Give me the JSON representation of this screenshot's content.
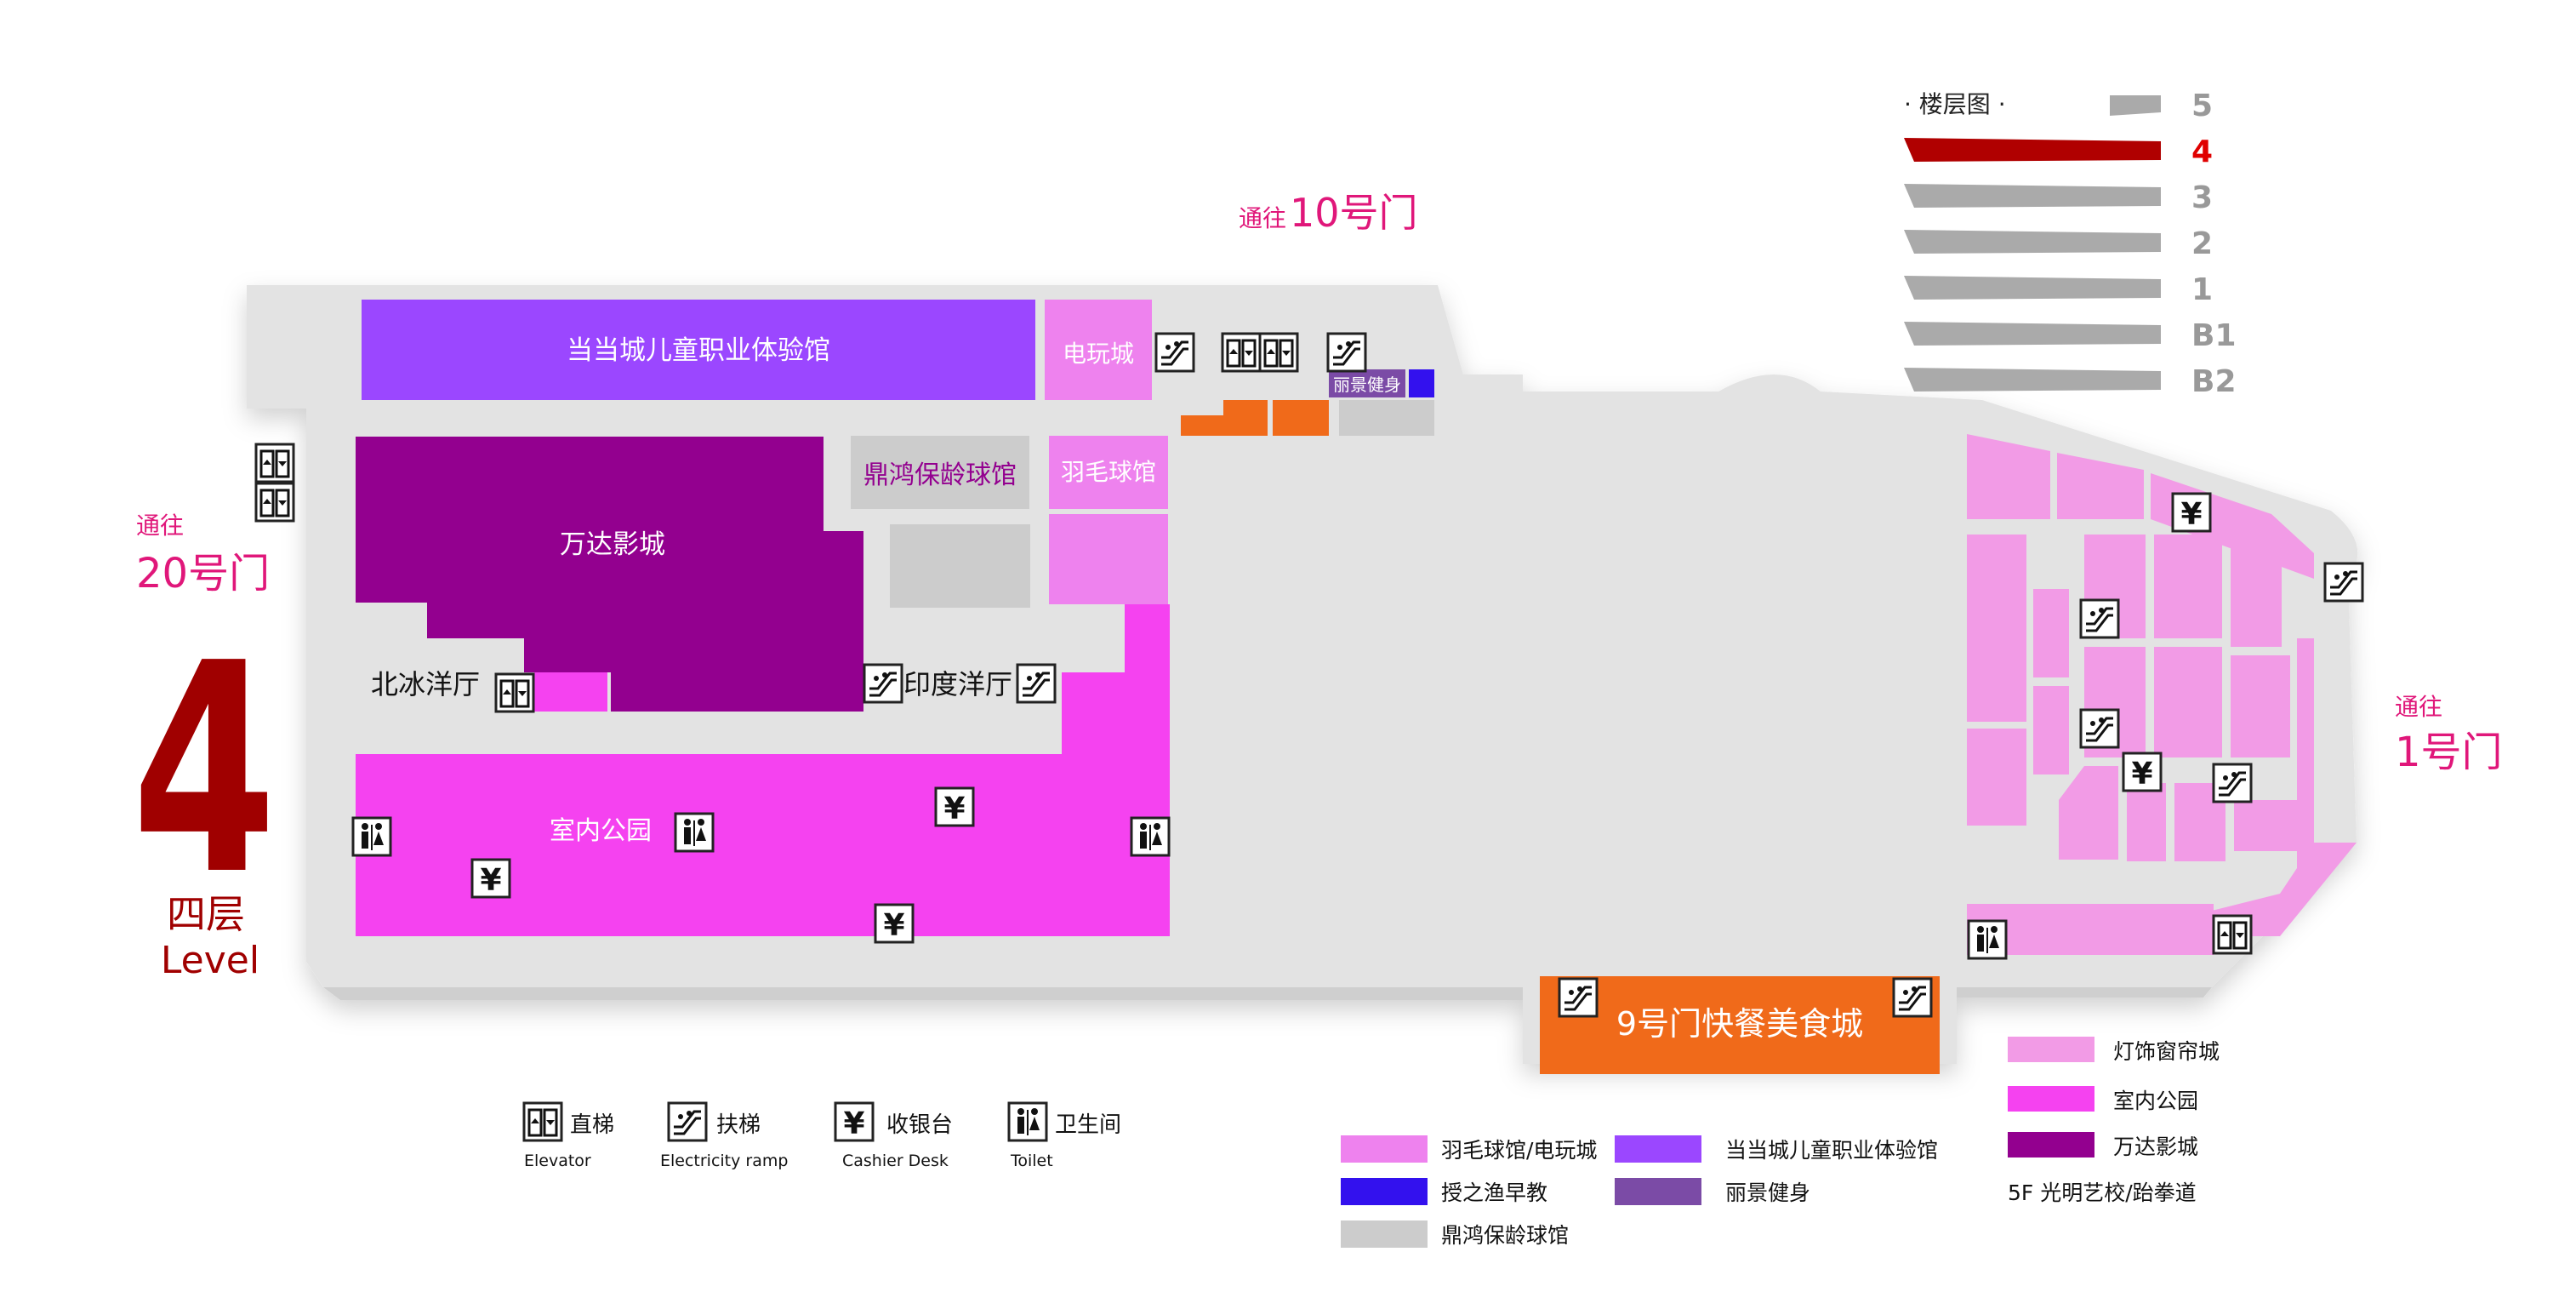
{
  "floor": {
    "number": "4",
    "name_cn": "四层",
    "name_en": "Level"
  },
  "exits": {
    "to_label": "通往",
    "door_10": "10号门",
    "door_20": "20号门",
    "door_1": "1号门"
  },
  "floor_selector": {
    "title": "· 楼层图 ·",
    "floors": [
      "5",
      "4",
      "3",
      "2",
      "1",
      "B1",
      "B2"
    ],
    "current": "4"
  },
  "stores": {
    "kids_career": "当当城儿童职业体验馆",
    "arcade": "电玩城",
    "lijing_fitness": "丽景健身",
    "bowling": "鼎鸿保龄球馆",
    "badminton": "羽毛球馆",
    "wanda_cinema": "万达影城",
    "beibing": "北冰洋厅",
    "indian": "印度洋厅",
    "indoor_park": "室内公园",
    "food_court": "9号门快餐美食城"
  },
  "facility_legend": [
    {
      "icon": "elevator-icon",
      "label_cn": "直梯",
      "label_en": "Elevator"
    },
    {
      "icon": "escalator-icon",
      "label_cn": "扶梯",
      "label_en": "Electricity ramp"
    },
    {
      "icon": "cashier-icon",
      "label_cn": "收银台",
      "label_en": "Cashier Desk"
    },
    {
      "icon": "toilet-icon",
      "label_cn": "卫生间",
      "label_en": "Toilet"
    }
  ],
  "color_legend": [
    {
      "label": "羽毛球馆/电玩城",
      "color": "#ee82ee"
    },
    {
      "label": "当当城儿童职业体验馆",
      "color": "#9b47ff"
    },
    {
      "label": "授之渔早教",
      "color": "#3311ee"
    },
    {
      "label": "丽景健身",
      "color": "#7b4ba6"
    },
    {
      "label": "鼎鸿保龄球馆",
      "color": "#cccccc"
    },
    {
      "label": "灯饰窗帘城",
      "color": "#f29be6"
    },
    {
      "label": "室内公园",
      "color": "#f542f0"
    },
    {
      "label": "万达影城",
      "color": "#93008f"
    },
    {
      "label": "5F 光明艺校/跆拳道",
      "color": ""
    }
  ],
  "colors": {
    "floor_gray": "#e3e3e3",
    "accent_red": "#a00000",
    "exit_pink": "#e0177a",
    "food_orange": "#f06a1a"
  }
}
